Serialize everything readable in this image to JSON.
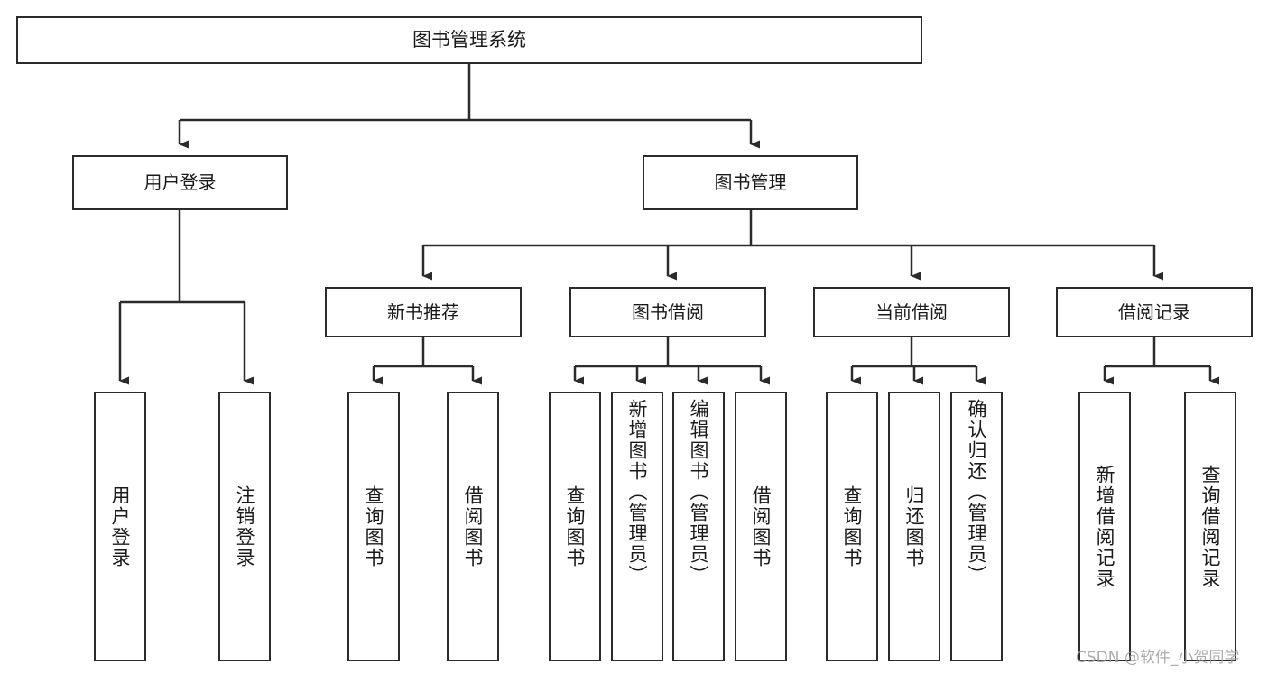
{
  "diagram": {
    "type": "tree",
    "title": "图书管理系统",
    "orientation": "top-down",
    "background_color": "#ffffff",
    "line_color": "#2b2b2b",
    "text_color": "#1a1a1a",
    "nodes": {
      "root": {
        "label": "图书管理系统"
      },
      "tier2": [
        {
          "label": "用户登录"
        },
        {
          "label": "图书管理"
        }
      ],
      "tier3": [
        {
          "label": "新书推荐"
        },
        {
          "label": "图书借阅"
        },
        {
          "label": "当前借阅"
        },
        {
          "label": "借阅记录"
        }
      ],
      "leaves": {
        "user_login": [
          {
            "label": "用户登录"
          },
          {
            "label": "注销登录"
          }
        ],
        "new_book_recommend": [
          {
            "label": "查询图书"
          },
          {
            "label": "借阅图书"
          }
        ],
        "book_borrow": [
          {
            "label": "查询图书"
          },
          {
            "label": "新增图书（管理员）"
          },
          {
            "label": "编辑图书（管理员）"
          },
          {
            "label": "借阅图书"
          }
        ],
        "current_borrow": [
          {
            "label": "查询图书"
          },
          {
            "label": "归还图书"
          },
          {
            "label": "确认归还（管理员）"
          }
        ],
        "borrow_record": [
          {
            "label": "新增借阅记录"
          },
          {
            "label": "查询借阅记录"
          }
        ]
      }
    }
  },
  "watermark": {
    "text": "CSDN @软件_小贺同学"
  }
}
